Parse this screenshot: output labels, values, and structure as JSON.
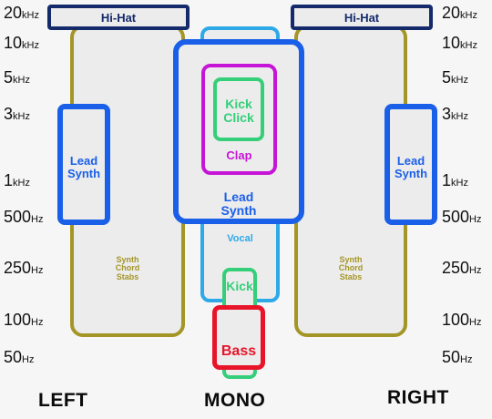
{
  "axis": {
    "left": [
      {
        "num": "20",
        "unit": "kHz"
      },
      {
        "num": "10",
        "unit": "kHz"
      },
      {
        "num": "5",
        "unit": "kHz"
      },
      {
        "num": "3",
        "unit": "kHz"
      },
      {
        "num": "1",
        "unit": "kHz"
      },
      {
        "num": "500",
        "unit": "Hz"
      },
      {
        "num": "250",
        "unit": "Hz"
      },
      {
        "num": "100",
        "unit": "Hz"
      },
      {
        "num": "50",
        "unit": "Hz"
      }
    ],
    "right": [
      {
        "num": "20",
        "unit": "kHz"
      },
      {
        "num": "10",
        "unit": "kHz"
      },
      {
        "num": "5",
        "unit": "kHz"
      },
      {
        "num": "3",
        "unit": "kHz"
      },
      {
        "num": "1",
        "unit": "kHz"
      },
      {
        "num": "500",
        "unit": "Hz"
      },
      {
        "num": "250",
        "unit": "Hz"
      },
      {
        "num": "100",
        "unit": "Hz"
      },
      {
        "num": "50",
        "unit": "Hz"
      }
    ]
  },
  "blocks": {
    "hihat_left": "Hi-Hat",
    "hihat_right": "Hi-Hat",
    "chord_left": [
      "Synth",
      "Chord",
      "Stabs"
    ],
    "chord_right": [
      "Synth",
      "Chord",
      "Stabs"
    ],
    "lead_left": [
      "Lead",
      "Synth"
    ],
    "lead_right": [
      "Lead",
      "Synth"
    ],
    "lead_center": [
      "Lead",
      "Synth"
    ],
    "kick_click": [
      "Kick",
      "Click"
    ],
    "clap": "Clap",
    "vocal": "Vocal",
    "kick": "Kick",
    "bass": "Bass"
  },
  "positions": {
    "left": "LEFT",
    "mono": "MONO",
    "right": "RIGHT"
  },
  "colors": {
    "olive": "#a49626",
    "light_blue": "#2ea9e8",
    "blue": "#1a5fe8",
    "purple": "#c615d6",
    "green": "#35cf79",
    "red": "#e8142a",
    "navy": "#152a6b"
  }
}
